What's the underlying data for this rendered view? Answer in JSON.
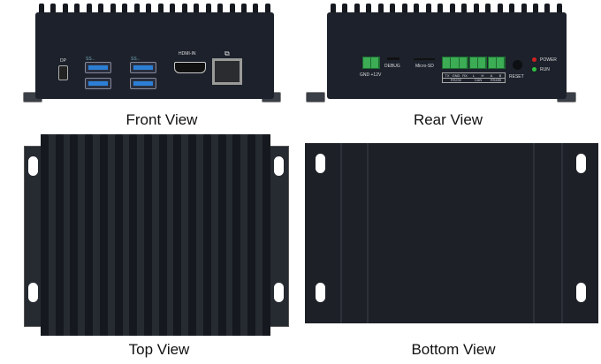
{
  "views": {
    "front": {
      "caption": "Front View",
      "port_labels": {
        "dp": "DP",
        "usb_a": "SS←",
        "usb_b": "SS←",
        "hdmi": "HDMI-IN"
      }
    },
    "rear": {
      "caption": "Rear View",
      "labels": {
        "power_in": "GND +12V",
        "debug": "DEBUG",
        "sd": "Micro-SD",
        "reset": "RESET",
        "power": "POWER",
        "run": "RUN"
      },
      "pin_labels": [
        "TX",
        "GND",
        "RX",
        "L",
        "H",
        "A",
        "B"
      ],
      "group_labels": [
        "RS232",
        "CAN",
        "RS485"
      ]
    },
    "top": {
      "caption": "Top View"
    },
    "bottom": {
      "caption": "Bottom View"
    }
  },
  "colors": {
    "chassis": "#1c212b",
    "usb": "#2d7fd6",
    "terminal": "#3cac55",
    "power_led": "#d02020",
    "run_led": "#30c040"
  }
}
